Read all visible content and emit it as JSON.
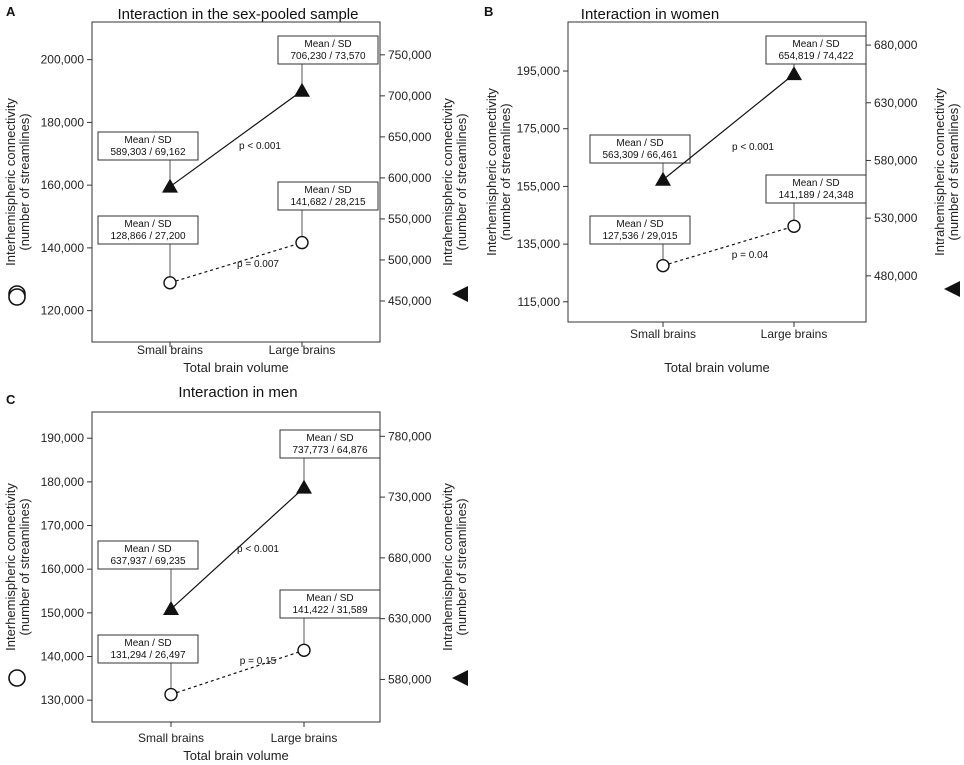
{
  "chart_data": [
    {
      "type": "line",
      "panel_letter": "A",
      "title": "Interaction in the sex-pooled sample",
      "categories": [
        "Small brains",
        "Large brains"
      ],
      "xlabel": "Total brain volume",
      "ylabel": "Interhemispheric connectivity",
      "ylabel_sub": "(number of streamlines)",
      "y2label": "Intrahemispheric connectivity",
      "y2label_sub": "(number of streamlines)",
      "ylim": [
        110000,
        212000
      ],
      "yticks": [
        120000,
        140000,
        160000,
        180000,
        200000
      ],
      "ytick_labels": [
        "120,000",
        "140,000",
        "160,000",
        "180,000",
        "200,000"
      ],
      "y2lim": [
        400000,
        790000
      ],
      "y2ticks": [
        450000,
        500000,
        550000,
        600000,
        650000,
        700000,
        750000
      ],
      "y2tick_labels": [
        "450,000",
        "500,000",
        "550,000",
        "600,000",
        "650,000",
        "700,000",
        "750,000"
      ],
      "series": [
        {
          "marker": "circle",
          "axis": "left",
          "line_style": "dashed",
          "values": [
            128866,
            141682
          ],
          "annotations": [
            {
              "header": "Mean / SD",
              "text": "128,866 / 27,200"
            },
            {
              "header": "Mean / SD",
              "text": "141,682 / 28,215"
            }
          ],
          "p_label": "p = 0.007"
        },
        {
          "marker": "triangle",
          "axis": "right",
          "line_style": "solid",
          "values": [
            589303,
            706230
          ],
          "annotations": [
            {
              "header": "Mean / SD",
              "text": "589,303 / 69,162"
            },
            {
              "header": "Mean / SD",
              "text": "706,230 / 73,570"
            }
          ],
          "p_label": "p < 0.001"
        }
      ]
    },
    {
      "type": "line",
      "panel_letter": "B",
      "title": "Interaction in women",
      "categories": [
        "Small brains",
        "Large brains"
      ],
      "xlabel": "Total brain volume",
      "ylabel": "Interhemispheric connectivity",
      "ylabel_sub": "(number of streamlines)",
      "y2label": "Intrahemispheric connectivity",
      "y2label_sub": "(number of streamlines)",
      "ylim": [
        108000,
        212000
      ],
      "yticks": [
        115000,
        135000,
        155000,
        175000,
        195000
      ],
      "ytick_labels": [
        "115,000",
        "135,000",
        "155,000",
        "175,000",
        "195,000"
      ],
      "y2lim": [
        440000,
        700000
      ],
      "y2ticks": [
        480000,
        530000,
        580000,
        630000,
        680000
      ],
      "y2tick_labels": [
        "480,000",
        "530,000",
        "580,000",
        "630,000",
        "680,000"
      ],
      "series": [
        {
          "marker": "circle",
          "axis": "left",
          "line_style": "dashed",
          "values": [
            127536,
            141189
          ],
          "annotations": [
            {
              "header": "Mean / SD",
              "text": "127,536 / 29,015"
            },
            {
              "header": "Mean / SD",
              "text": "141,189 / 24,348"
            }
          ],
          "p_label": "p = 0.04"
        },
        {
          "marker": "triangle",
          "axis": "right",
          "line_style": "solid",
          "values": [
            563309,
            654819
          ],
          "annotations": [
            {
              "header": "Mean / SD",
              "text": "563,309 / 66,461"
            },
            {
              "header": "Mean / SD",
              "text": "654,819 / 74,422"
            }
          ],
          "p_label": "p < 0.001"
        }
      ]
    },
    {
      "type": "line",
      "panel_letter": "C",
      "title": "Interaction in men",
      "categories": [
        "Small brains",
        "Large brains"
      ],
      "xlabel": "Total brain volume",
      "ylabel": "Interhemispheric connectivity",
      "ylabel_sub": "(number of streamlines)",
      "y2label": "Intrahemispheric connectivity",
      "y2label_sub": "(number of streamlines)",
      "ylim": [
        125000,
        196000
      ],
      "yticks": [
        130000,
        140000,
        150000,
        160000,
        170000,
        180000,
        190000
      ],
      "ytick_labels": [
        "130,000",
        "140,000",
        "150,000",
        "160,000",
        "170,000",
        "180,000",
        "190,000"
      ],
      "y2lim": [
        545000,
        800000
      ],
      "y2ticks": [
        580000,
        630000,
        680000,
        730000,
        780000
      ],
      "y2tick_labels": [
        "580,000",
        "630,000",
        "680,000",
        "730,000",
        "780,000"
      ],
      "series": [
        {
          "marker": "circle",
          "axis": "left",
          "line_style": "dashed",
          "values": [
            131294,
            141422
          ],
          "annotations": [
            {
              "header": "Mean / SD",
              "text": "131,294 / 26,497"
            },
            {
              "header": "Mean / SD",
              "text": "141,422 / 31,589"
            }
          ],
          "p_label": "p = 0.15"
        },
        {
          "marker": "triangle",
          "axis": "right",
          "line_style": "solid",
          "values": [
            637937,
            737773
          ],
          "annotations": [
            {
              "header": "Mean / SD",
              "text": "637,937 / 69,235"
            },
            {
              "header": "Mean / SD",
              "text": "737,773 / 64,876"
            }
          ],
          "p_label": "p < 0.001"
        }
      ]
    }
  ]
}
